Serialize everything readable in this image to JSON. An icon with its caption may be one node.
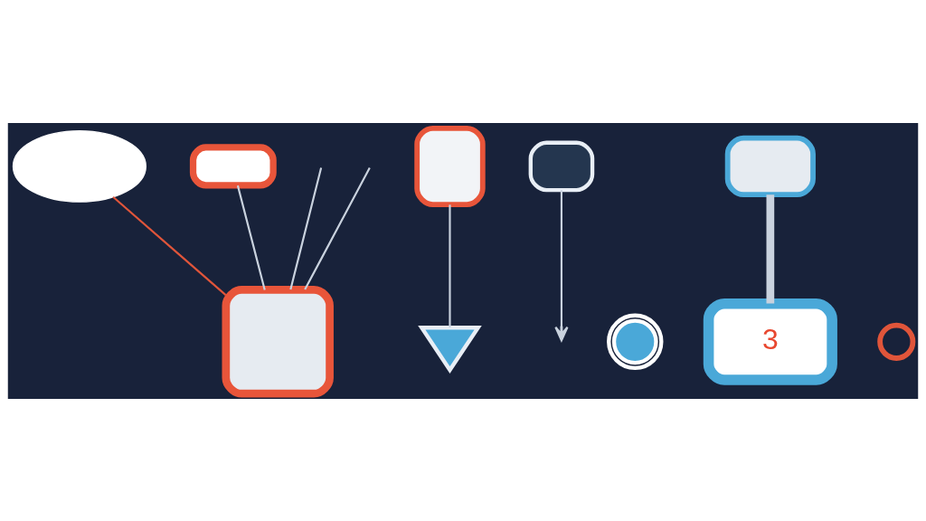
{
  "diagram": {
    "nodes": [
      {
        "text": [],
        "shape": "cloud"
      },
      {
        "text": [],
        "shape": "shield"
      },
      {
        "text": [],
        "shape": "box"
      },
      {
        "text": [],
        "shape": "box"
      },
      {
        "text": [],
        "shape": "gear"
      },
      {
        "text": [
          "3"
        ]
      },
      {
        "text": [],
        "shape": "box"
      },
      {
        "text": [],
        "shape": "target"
      },
      {
        "text": [],
        "shape": "box"
      },
      {
        "text": [],
        "shape": "box"
      }
    ],
    "edges": [
      {
        "from": 3,
        "to": 1,
        "arrow": "none"
      },
      {
        "from": 0,
        "to": 6,
        "arrow": "none",
        "color": "#e0553a"
      },
      {
        "from": 2,
        "to": null,
        "arrow": "to"
      },
      {
        "from": null,
        "to": 6,
        "arrow": "none"
      },
      {
        "from": null,
        "to": 6,
        "arrow": "none"
      },
      {
        "from": 9,
        "to": 6,
        "arrow": "none"
      },
      {
        "from": 8,
        "to": 5,
        "arrow": "none",
        "style": "thick"
      }
    ]
  }
}
